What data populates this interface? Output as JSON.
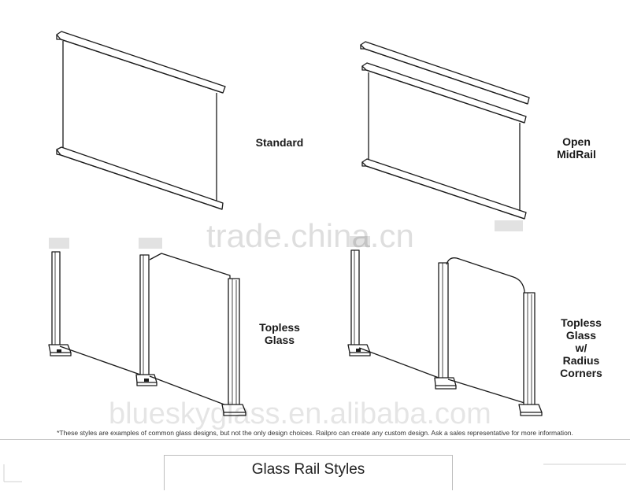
{
  "styles": [
    {
      "id": "standard",
      "label": "Standard"
    },
    {
      "id": "open-midrail",
      "label": "Open\nMidRail"
    },
    {
      "id": "topless-glass",
      "label": "Topless\nGlass"
    },
    {
      "id": "topless-glass-radius",
      "label": "Topless\nGlass\nw/\nRadius\nCorners"
    }
  ],
  "watermarks": {
    "primary": "trade.china.cn",
    "secondary": "blueskyglass.en.alibaba.com"
  },
  "footnote": "*These styles are examples of common glass designs, but not the only design choices. Railpro can create any custom design. Ask a sales representative for more information.",
  "title": "Glass Rail Styles",
  "colors": {
    "line": "#1a1a1a",
    "background": "#ffffff"
  }
}
